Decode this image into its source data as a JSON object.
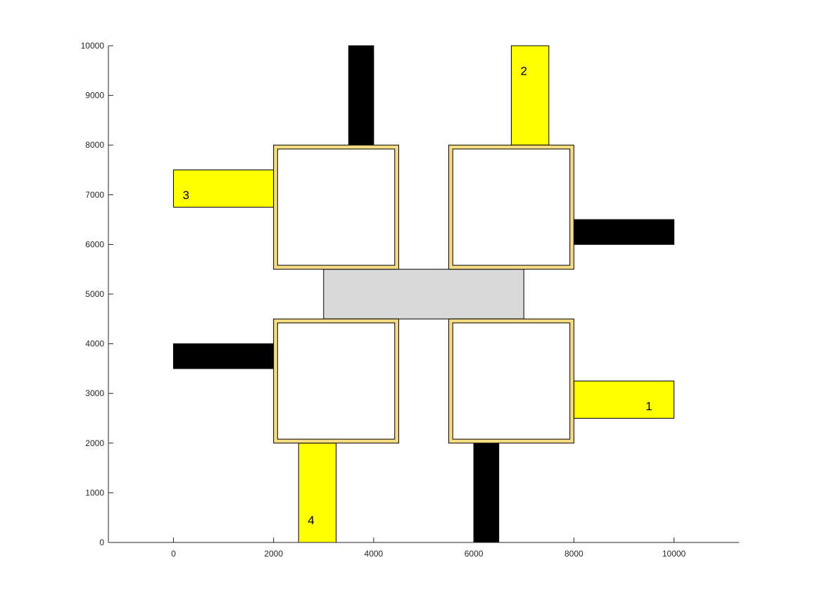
{
  "chart_data": {
    "type": "diagram",
    "title": "",
    "xlabel": "",
    "ylabel": "",
    "xlim": [
      -1300,
      11300
    ],
    "ylim": [
      0,
      10000
    ],
    "xticks": [
      0,
      2000,
      4000,
      6000,
      8000,
      10000
    ],
    "yticks": [
      0,
      1000,
      2000,
      3000,
      4000,
      5000,
      6000,
      7000,
      8000,
      9000,
      10000
    ],
    "colors": {
      "yellow": "#ffff00",
      "black": "#000000",
      "gray": "#d9d9d9",
      "frame": "#f5dc82",
      "axis": "#262626"
    },
    "blocks": [
      {
        "id": "top-left-block",
        "x1": 2000,
        "x2": 4500,
        "y1": 5500,
        "y2": 8000
      },
      {
        "id": "top-right-block",
        "x1": 5500,
        "x2": 8000,
        "y1": 5500,
        "y2": 8000
      },
      {
        "id": "bottom-left-block",
        "x1": 2000,
        "x2": 4500,
        "y1": 2000,
        "y2": 4500
      },
      {
        "id": "bottom-right-block",
        "x1": 5500,
        "x2": 8000,
        "y1": 2000,
        "y2": 4500
      }
    ],
    "center": {
      "id": "center-gray-rect",
      "x1": 3000,
      "x2": 7000,
      "y1": 4500,
      "y2": 5500
    },
    "bars": [
      {
        "id": "bar-1",
        "label": "1",
        "color": "yellow",
        "x1": 8000,
        "x2": 10000,
        "y1": 2500,
        "y2": 3250,
        "lx": 9500,
        "ly": 2750
      },
      {
        "id": "bar-2",
        "label": "2",
        "color": "yellow",
        "x1": 6750,
        "x2": 7500,
        "y1": 8000,
        "y2": 10000,
        "lx": 7000,
        "ly": 9500
      },
      {
        "id": "bar-3",
        "label": "3",
        "color": "yellow",
        "x1": 0,
        "x2": 2000,
        "y1": 6750,
        "y2": 7500,
        "lx": 250,
        "ly": 7000
      },
      {
        "id": "bar-4",
        "label": "4",
        "color": "yellow",
        "x1": 2500,
        "x2": 3250,
        "y1": 0,
        "y2": 2000,
        "lx": 2750,
        "ly": 450
      },
      {
        "id": "bar-black-top",
        "label": "",
        "color": "black",
        "x1": 3500,
        "x2": 4000,
        "y1": 8000,
        "y2": 10000
      },
      {
        "id": "bar-black-right",
        "label": "",
        "color": "black",
        "x1": 8000,
        "x2": 10000,
        "y1": 6000,
        "y2": 6500
      },
      {
        "id": "bar-black-left",
        "label": "",
        "color": "black",
        "x1": 0,
        "x2": 2000,
        "y1": 3500,
        "y2": 4000
      },
      {
        "id": "bar-black-bottom",
        "label": "",
        "color": "black",
        "x1": 6000,
        "x2": 6500,
        "y1": 0,
        "y2": 2000
      }
    ]
  }
}
